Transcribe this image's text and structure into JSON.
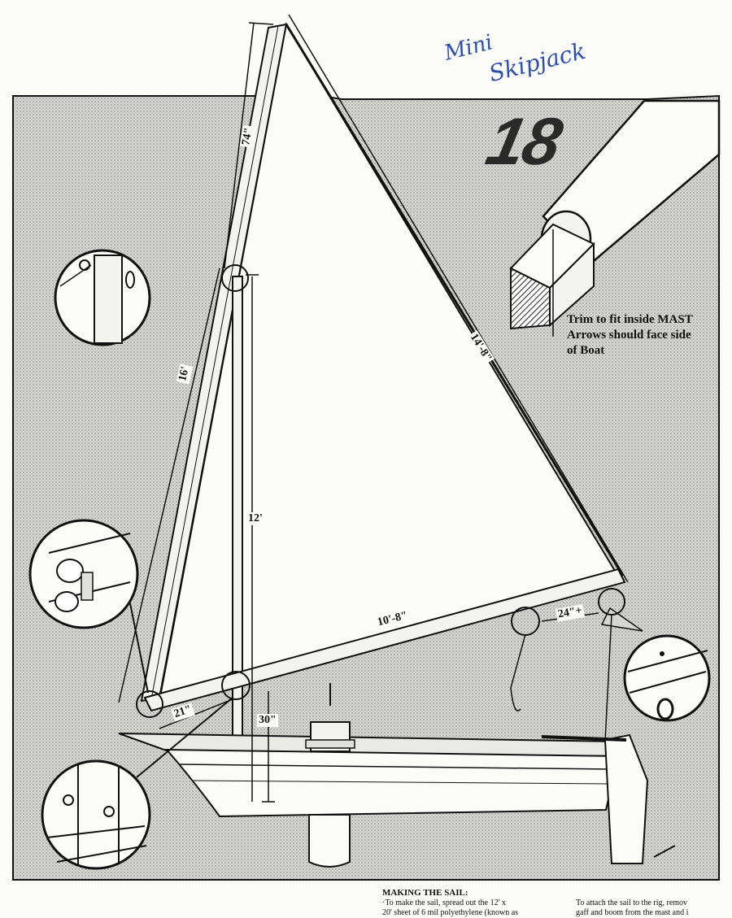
{
  "handwritten": {
    "line1": "Mini",
    "line2": "Skipjack"
  },
  "figure_number": "18",
  "trim_note": [
    "Trim to fit inside MAST",
    "Arrows should face side",
    "of Boat"
  ],
  "dimensions": {
    "gaff_top": "74\"",
    "luff": "16'",
    "leech": "14'-8\"",
    "mast": "12'",
    "boom": "10'-8\"",
    "boom_end": "24\"+",
    "tack": "21\"",
    "mast_base": "30\""
  },
  "caption": {
    "heading": "MAKING THE SAIL:",
    "col1": [
      "·To make the sail, spread out the 12' x",
      "20' sheet of 6 mil polyethylene (known as"
    ],
    "col2": [
      "To attach the sail to the rig, remov",
      "gaff and boom from the mast and i"
    ]
  },
  "colors": {
    "screen": "#cfcfcb",
    "ink": "#111111",
    "paper": "#fbfbf8",
    "pen": "#2c4fb0"
  }
}
